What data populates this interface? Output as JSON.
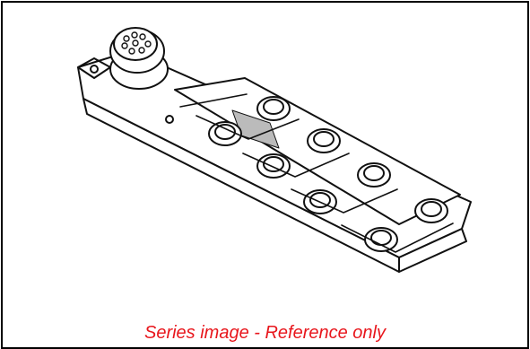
{
  "image": {
    "subject": "multi-port connector block with circular main connector and eight round ports",
    "caption": "Series image - Reference only"
  },
  "colors": {
    "border": "#000000",
    "caption": "#e8161c",
    "line": "#111111",
    "background": "#ffffff"
  },
  "icons": [
    "connector-block-drawing"
  ]
}
